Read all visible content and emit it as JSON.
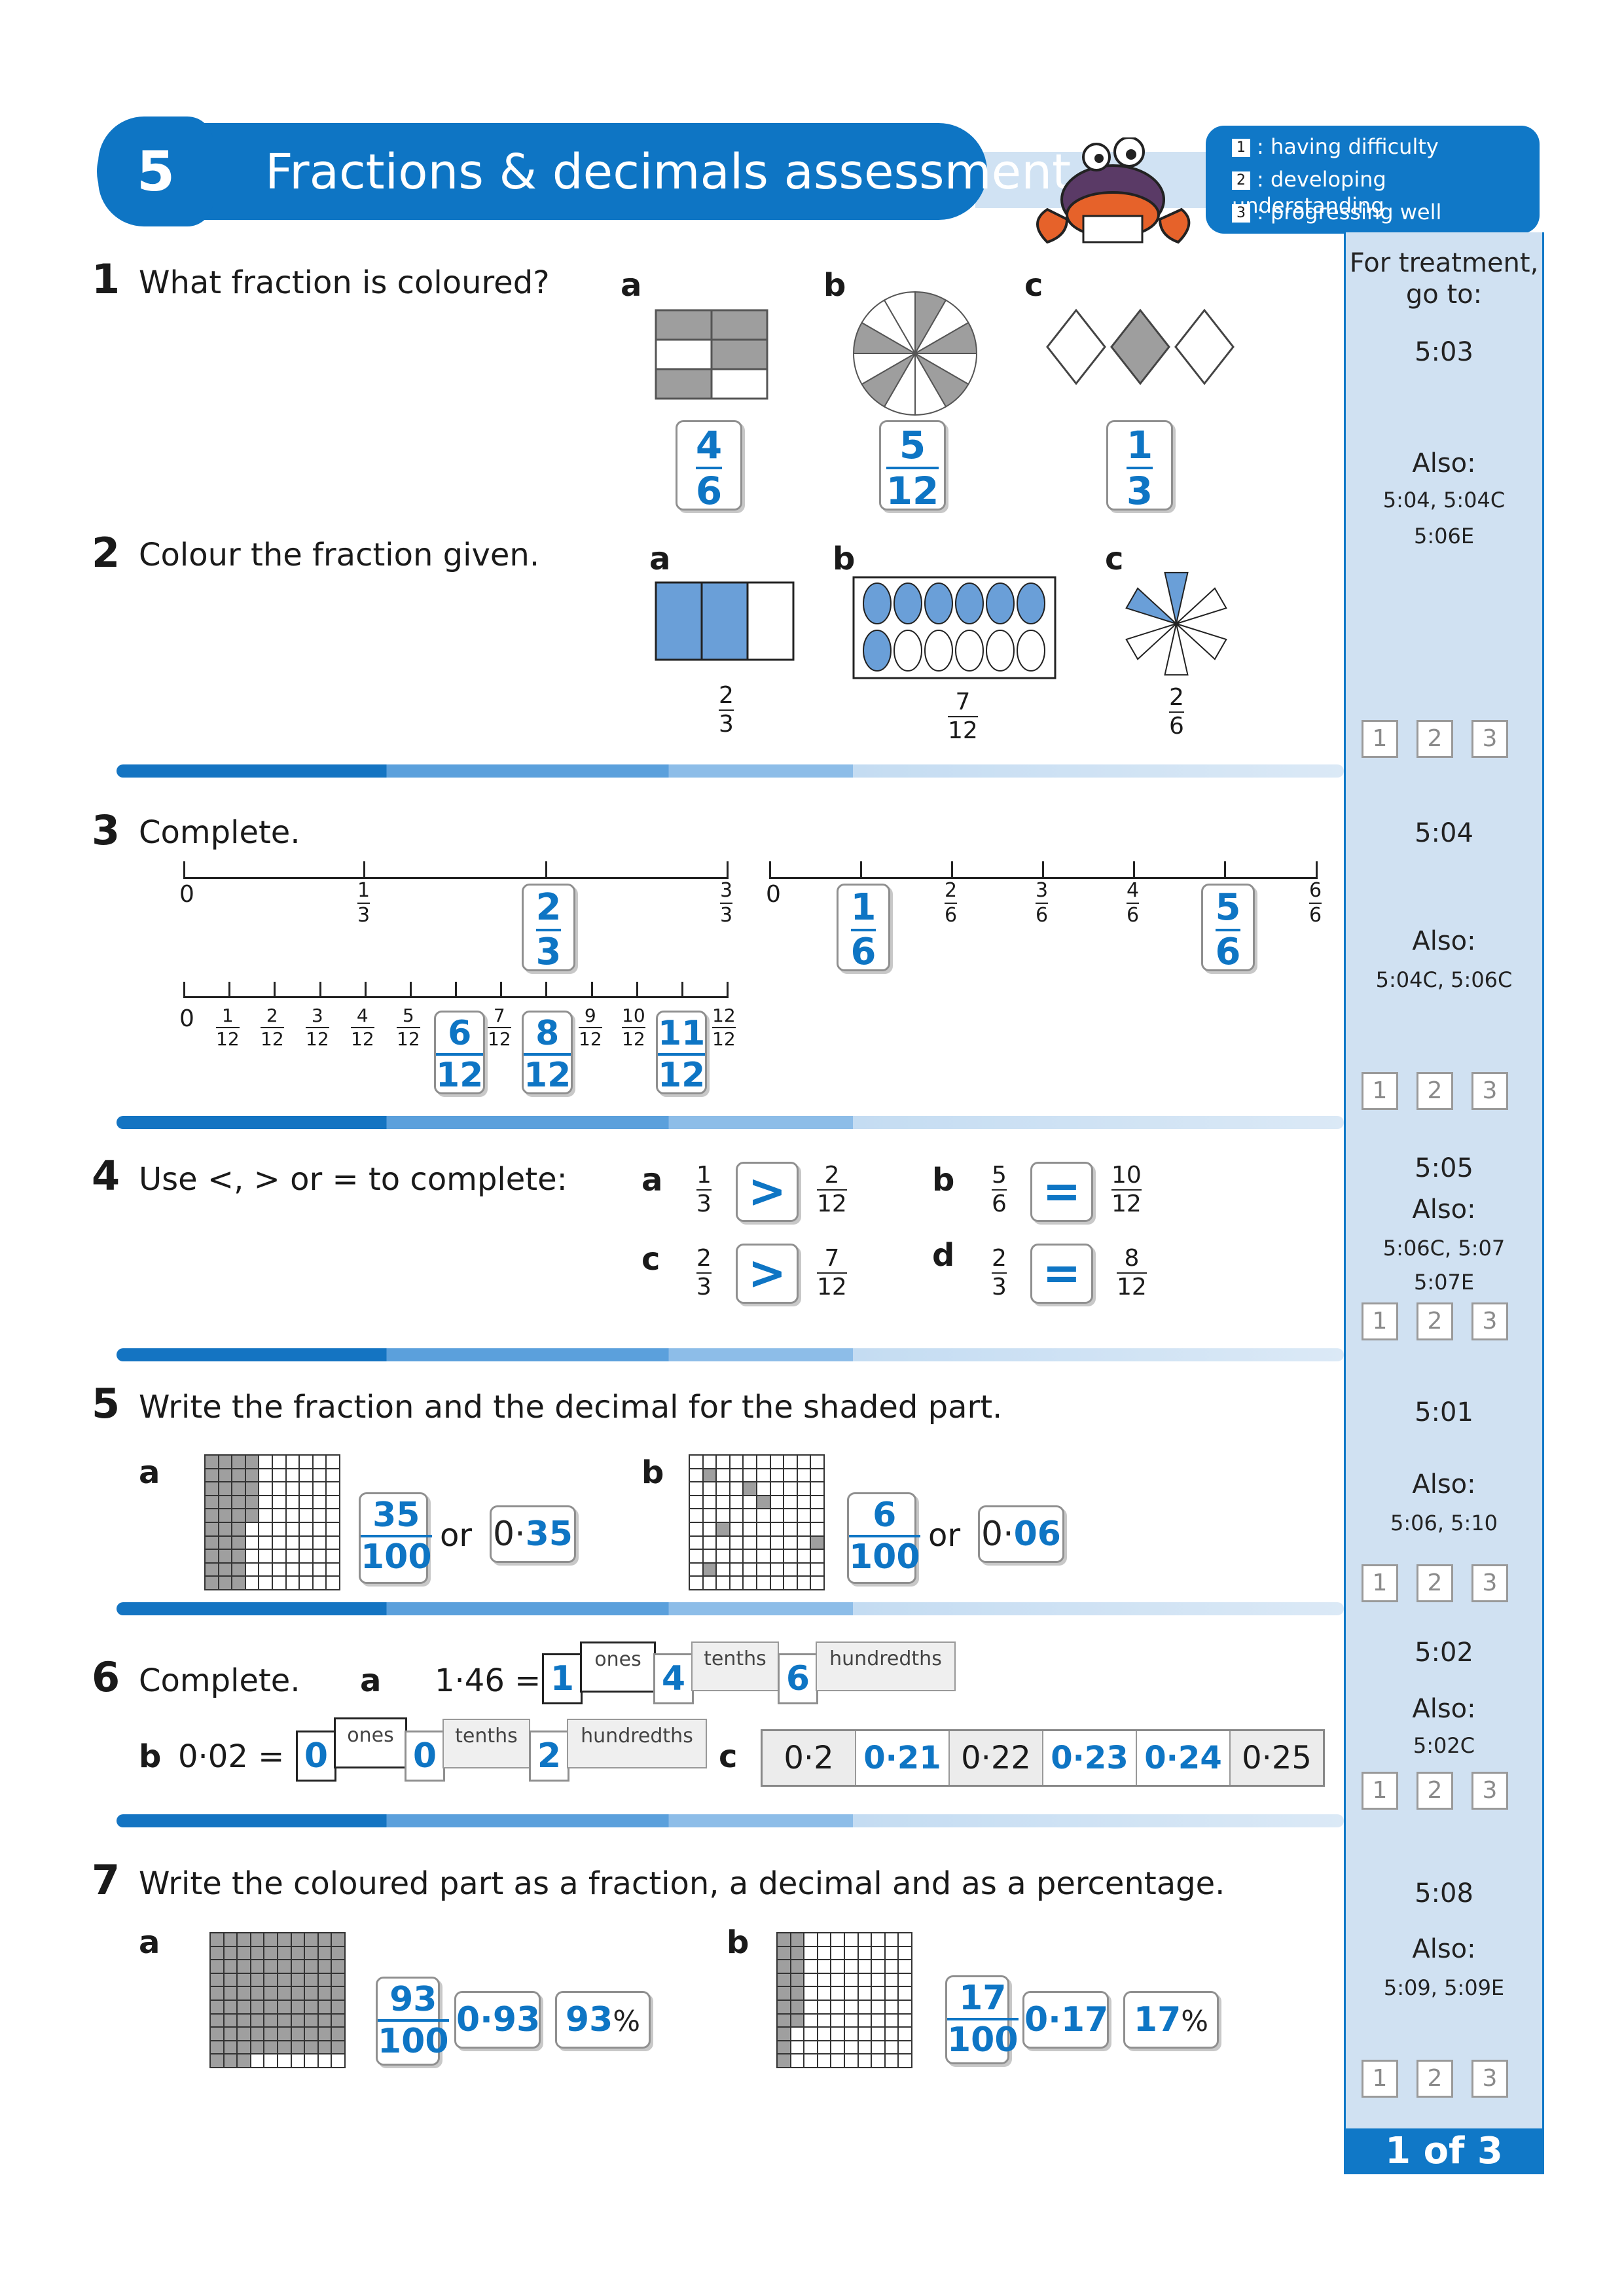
{
  "header": {
    "number": "5",
    "title": "Fractions & decimals assessment",
    "legend": [
      {
        "num": "1",
        "text": ": having difficulty"
      },
      {
        "num": "2",
        "text": ": developing understanding"
      },
      {
        "num": "3",
        "text": ": progressing well"
      }
    ]
  },
  "sidebar": {
    "treatment_label": "For treatment, go to:",
    "also_label": "Also:",
    "rating": [
      "1",
      "2",
      "3"
    ],
    "sections": [
      {
        "main": "5:03",
        "also": [
          "5:04, 5:04C",
          "5:06E"
        ]
      },
      {
        "main": "5:04",
        "also": [
          "5:04C, 5:06C"
        ]
      },
      {
        "main": "5:05",
        "also": [
          "5:06C, 5:07",
          "5:07E"
        ]
      },
      {
        "main": "5:01",
        "also": [
          "5:06, 5:10"
        ]
      },
      {
        "main": "5:02",
        "also": [
          "5:02C"
        ]
      },
      {
        "main": "5:08",
        "also": [
          "5:09, 5:09E"
        ]
      }
    ],
    "page": "1 of 3"
  },
  "q1": {
    "num": "1",
    "text": "What fraction is coloured?",
    "labels": [
      "a",
      "b",
      "c"
    ],
    "answers": [
      {
        "n": "4",
        "d": "6"
      },
      {
        "n": "5",
        "d": "12"
      },
      {
        "n": "1",
        "d": "3"
      }
    ],
    "colors": {
      "shade": "#9e9e9e",
      "outline": "#555555"
    }
  },
  "q2": {
    "num": "2",
    "text": "Colour the fraction given.",
    "labels": [
      "a",
      "b",
      "c"
    ],
    "fractions": [
      {
        "n": "2",
        "d": "3"
      },
      {
        "n": "7",
        "d": "12"
      },
      {
        "n": "2",
        "d": "6"
      }
    ],
    "colors": {
      "fill": "#6a9fd8"
    }
  },
  "q3": {
    "num": "3",
    "text": "Complete.",
    "line1": {
      "zero": "0",
      "marks": [
        {
          "n": "1",
          "d": "3"
        },
        {
          "n": "3",
          "d": "3"
        }
      ],
      "answer": {
        "n": "2",
        "d": "3"
      }
    },
    "line2": {
      "zero": "0",
      "marks": [
        {
          "n": "2",
          "d": "6"
        },
        {
          "n": "3",
          "d": "6"
        },
        {
          "n": "4",
          "d": "6"
        },
        {
          "n": "6",
          "d": "6"
        }
      ],
      "answers": [
        {
          "n": "1",
          "d": "6"
        },
        {
          "n": "5",
          "d": "6"
        }
      ]
    },
    "line3": {
      "zero": "0",
      "marks": [
        {
          "n": "1",
          "d": "12"
        },
        {
          "n": "2",
          "d": "12"
        },
        {
          "n": "3",
          "d": "12"
        },
        {
          "n": "4",
          "d": "12"
        },
        {
          "n": "5",
          "d": "12"
        },
        {
          "n": "7",
          "d": "12"
        },
        {
          "n": "9",
          "d": "12"
        },
        {
          "n": "10",
          "d": "12"
        },
        {
          "n": "12",
          "d": "12"
        }
      ],
      "answers": [
        {
          "n": "6",
          "d": "12"
        },
        {
          "n": "8",
          "d": "12"
        },
        {
          "n": "11",
          "d": "12"
        }
      ]
    }
  },
  "q4": {
    "num": "4",
    "text": "Use <, > or = to complete:",
    "items": [
      {
        "label": "a",
        "l": {
          "n": "1",
          "d": "3"
        },
        "sym": ">",
        "r": {
          "n": "2",
          "d": "12"
        }
      },
      {
        "label": "b",
        "l": {
          "n": "5",
          "d": "6"
        },
        "sym": "=",
        "r": {
          "n": "10",
          "d": "12"
        }
      },
      {
        "label": "c",
        "l": {
          "n": "2",
          "d": "3"
        },
        "sym": ">",
        "r": {
          "n": "7",
          "d": "12"
        }
      },
      {
        "label": "d",
        "l": {
          "n": "2",
          "d": "3"
        },
        "sym": "=",
        "r": {
          "n": "8",
          "d": "12"
        }
      }
    ]
  },
  "q5": {
    "num": "5",
    "text": "Write the fraction and the decimal for the shaded part.",
    "a": {
      "label": "a",
      "n": "35",
      "d": "100",
      "or": "or",
      "dec_pre": "0·",
      "dec": "35",
      "shaded": 35
    },
    "b": {
      "label": "b",
      "n": "6",
      "d": "100",
      "or": "or",
      "dec_pre": "0·",
      "dec": "06",
      "shaded": 6
    }
  },
  "q6": {
    "num": "6",
    "text": "Complete.",
    "a": {
      "label": "a",
      "expr": "1·46 =",
      "vals": [
        "1",
        "4",
        "6"
      ],
      "places": [
        "ones",
        "tenths",
        "hundredths"
      ]
    },
    "b": {
      "label": "b",
      "expr": "0·02 =",
      "vals": [
        "0",
        "0",
        "2"
      ],
      "places": [
        "ones",
        "tenths",
        "hundredths"
      ]
    },
    "c": {
      "label": "c",
      "seq": [
        {
          "v": "0·2",
          "ans": false
        },
        {
          "v": "0·21",
          "ans": true
        },
        {
          "v": "0·22",
          "ans": false
        },
        {
          "v": "0·23",
          "ans": true
        },
        {
          "v": "0·24",
          "ans": true
        },
        {
          "v": "0·25",
          "ans": false
        }
      ]
    }
  },
  "q7": {
    "num": "7",
    "text": "Write the coloured part as a fraction, a decimal and as a percentage.",
    "a": {
      "label": "a",
      "n": "93",
      "d": "100",
      "dec": "0·93",
      "pct": "93",
      "pct_sign": "%",
      "shaded": 93
    },
    "b": {
      "label": "b",
      "n": "17",
      "d": "100",
      "dec": "0·17",
      "pct": "17",
      "pct_sign": "%",
      "shaded": 17
    }
  }
}
